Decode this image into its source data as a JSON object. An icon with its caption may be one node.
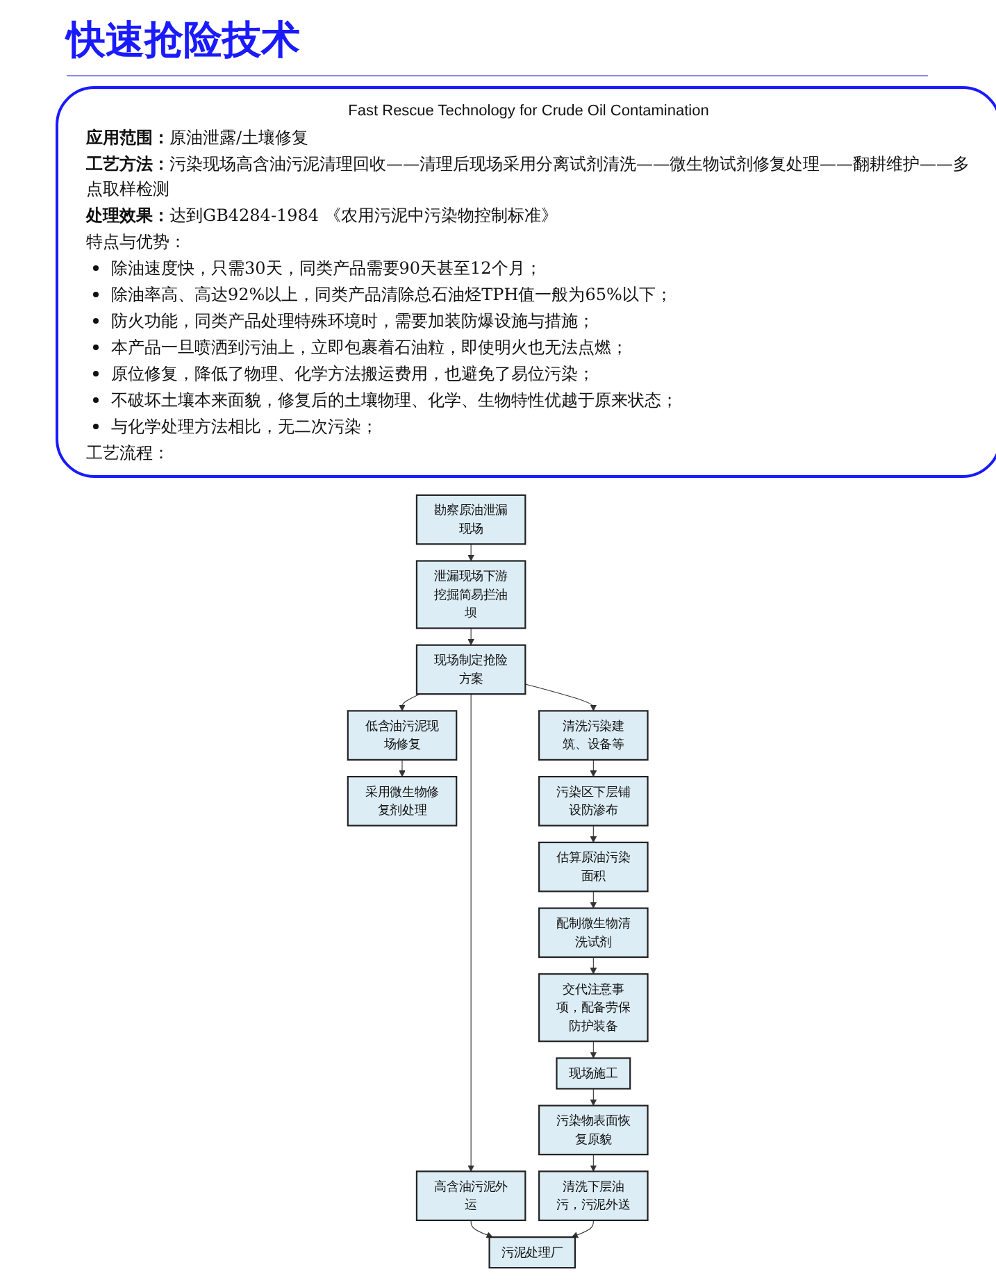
{
  "diagram": {
    "title": "快速抢险技术",
    "nodes": [
      {
        "text": [
          "勘察原油泄漏现场"
        ]
      },
      {
        "text": [
          "泄漏现场下游挖掘简易拦油坝"
        ]
      },
      {
        "text": [
          "现场制定抢险方案"
        ]
      },
      {
        "text": [
          "低含油污泥现场修复"
        ]
      },
      {
        "text": [
          "高含油污泥外运"
        ]
      },
      {
        "text": [
          "清洗污染建筑、设备等"
        ]
      },
      {
        "text": [
          "采用微生物修复剂处理"
        ]
      },
      {
        "text": [
          "污泥处理厂"
        ]
      },
      {
        "text": [
          "污染区下层铺设防渗布"
        ]
      },
      {
        "text": [
          "估算原油污染面积"
        ]
      },
      {
        "text": [
          "配制微生物清洗试剂"
        ]
      },
      {
        "text": [
          "交代注意事项，配备劳保防护装备"
        ]
      },
      {
        "text": [
          "现场施工"
        ]
      },
      {
        "text": [
          "污染物表面恢复原貌"
        ]
      },
      {
        "text": [
          "清洗下层油污，污泥外送"
        ]
      }
    ],
    "edges": [
      {
        "from": 0,
        "to": 1,
        "arrow": "to"
      },
      {
        "from": 1,
        "to": 2,
        "arrow": "to"
      },
      {
        "from": 2,
        "to": 3,
        "arrow": "to"
      },
      {
        "from": 2,
        "to": 4,
        "arrow": "to"
      },
      {
        "from": 2,
        "to": 5,
        "arrow": "to"
      },
      {
        "from": 3,
        "to": 6,
        "arrow": "to"
      },
      {
        "from": 4,
        "to": 7,
        "arrow": "to"
      },
      {
        "from": 5,
        "to": 8,
        "arrow": "to"
      },
      {
        "from": 8,
        "to": 9,
        "arrow": "to"
      },
      {
        "from": 9,
        "to": 10,
        "arrow": "to"
      },
      {
        "from": 10,
        "to": 11,
        "arrow": "to"
      },
      {
        "from": 11,
        "to": 12,
        "arrow": "to"
      },
      {
        "from": 12,
        "to": 13,
        "arrow": "to"
      },
      {
        "from": 13,
        "to": 14,
        "arrow": "to"
      },
      {
        "from": 14,
        "to": 7,
        "arrow": "to"
      }
    ],
    "labels": [
      "Fast Rescue Technology for Crude Oil Contamination",
      "**应用范围：**原油泄露/土壤修复",
      "**工艺方法：**污染现场高含油污泥清理回收——清理后现场采用分离试剂清洗——微生物试剂修复处理——翻耕维护——多点取样检测",
      "**处理效果：**达到GB4284-1984 《农用污泥中污染物控制标准》",
      "特点与优势：",
      "除油速度快，只需30天，同类产品需要90天甚至12个月；",
      "除油率高、高达92%以上，同类产品清除总石油烃TPH值一般为65%以下；",
      "防火功能，同类产品处理特殊环境时，需要加装防爆设施与措施；",
      "本产品一旦喷洒到污油上，立即包裹着石油粒，即使明火也无法点燃；",
      "原位修复，降低了物理、化学方法搬运费用，也避免了易位污染；",
      "不破坏土壤本来面貌，修复后的土壤物理、化学、生物特性优越于原来状态；",
      "与化学处理方法相比，无二次污染；",
      "工艺流程："
    ]
  }
}
